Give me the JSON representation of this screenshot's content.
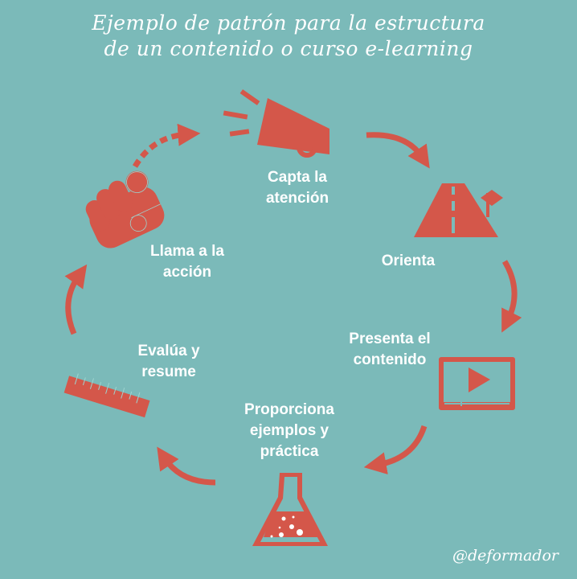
{
  "title": {
    "line1": "Ejemplo de patrón para la estructura",
    "line2": "de un contenido o curso e-learning"
  },
  "steps": [
    {
      "line1": "Capta la",
      "line2": "atención",
      "icon": "megaphone-icon"
    },
    {
      "line1": "Orienta",
      "icon": "road-icon"
    },
    {
      "line1": "Presenta el",
      "line2": "contenido",
      "icon": "video-player-icon"
    },
    {
      "line1": "Proporciona",
      "line2": "ejemplos y",
      "line3": "práctica",
      "icon": "flask-icon"
    },
    {
      "line1": "Evalúa y",
      "line2": "resume",
      "icon": "ruler-icon"
    },
    {
      "line1": "Llama a la",
      "line2": "acción",
      "icon": "pointing-fist-icon"
    }
  ],
  "credit": "@deformador",
  "colors": {
    "background": "#7bbab9",
    "accent": "#d4574a",
    "text": "#ffffff"
  }
}
